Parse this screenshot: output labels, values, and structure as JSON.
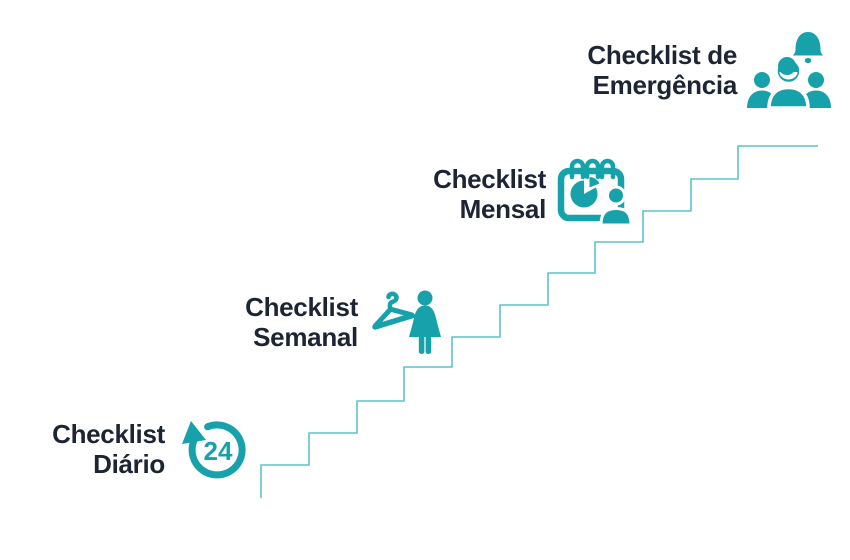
{
  "colors": {
    "accent_teal": "#17a2ab",
    "stair_line": "#5cc4cb",
    "text_dark": "#1d2433"
  },
  "steps": [
    {
      "id": "diario",
      "line1": "Checklist",
      "line2": "Diário",
      "icon": "24-hours-arrow-icon",
      "badge": "24"
    },
    {
      "id": "semanal",
      "line1": "Checklist",
      "line2": "Semanal",
      "icon": "hanger-woman-icon"
    },
    {
      "id": "mensal",
      "line1": "Checklist",
      "line2": "Mensal",
      "icon": "calendar-pie-chart-person-icon"
    },
    {
      "id": "emergencia",
      "line1": "Checklist de",
      "line2": "Emergência",
      "icon": "bell-people-group-icon"
    }
  ]
}
